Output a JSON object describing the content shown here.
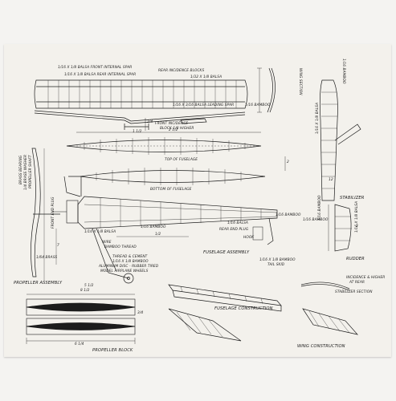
{
  "labels": {
    "front_spar": "1/16 x 1/8 BALSA FRONT INTERNAL SPAR",
    "rear_spar": "1/16 x 1/8 BALSA REAR INTERNAL SPAR",
    "incidence_blocks": "REAR INCIDENCE BLOCKS",
    "balsa_small": "1/32 x 1/8 BALSA",
    "wing_section": "WING SECTION",
    "leading_spar": "1/16 x 3/16 BALSA LEADING SPAR",
    "bamboo_wing": "1/16 BAMBOO",
    "front_incidence": "FRONT INCIDENCE",
    "block_higher": "BLOCK 1/8 HIGHER",
    "top_fuselage": "TOP OF FUSELAGE",
    "bottom_fuselage": "BOTTOM OF FUSELAGE",
    "brass_bearing": "BRASS BEARING",
    "washer": "1/4 BRASS WASHER",
    "propeller_shaft": "PROPELLER SHAFT",
    "front_end_plug": "FRONT END PLUG",
    "brass_small": "1/64 BRASS",
    "fuselage_balsa": "1/16 x 1/8 BALSA",
    "bamboo_fuselage": "1/16 BAMBOO",
    "wire": "WIRE",
    "bamboo_thread": "BAMBOO THREAD",
    "thread_cement": "THREAD & CEMENT",
    "bamboo_under": "1/16 x 1/8 BAMBOO",
    "wheels_line1": "ALUMINUM DISC - RUBBER TIRED",
    "wheels_line2": "MODEL AIRPLANE WHEELS",
    "fuselage_assembly": "FUSELAGE ASSEMBLY",
    "balsa_rear": "1/16 BALSA",
    "rear_end_plug": "REAR END PLUG",
    "hook": "HOOK",
    "bamboo_tail": "1/16 BAMBOO",
    "bamboo_skid": "1/16 x 1/8 BAMBOO",
    "tail_skid": "TAIL SKID",
    "propeller_assembly": "PROPELLER ASSEMBLY",
    "fuselage_construction": "FUSELAGE CONSTRUCTION",
    "propeller_block": "PROPELLER BLOCK",
    "wing_construction": "WING CONSTRUCTION",
    "stabilizer": "STABILIZER",
    "rudder": "RUDDER",
    "bamboo_top": "1/16 BAMBOO",
    "balsa_stab": "1/16 x 1/8 BALSA",
    "bamboo_stab": "1/16 BAMBOO",
    "balsa_rudder": "1/16 x 1/8 BALSA",
    "incidence_higher_1": "INCIDENCE & HIGHER",
    "incidence_higher_2": "AT REAR",
    "stabilizer_section": "STABILIZER SECTION",
    "bamboo_rudder": "1/16 BAMBOO",
    "dim_wing_1": "1 1/2",
    "dim_wing_2": "3/4",
    "dim_fus_top": "2 1/2",
    "dim_fus_side": "2",
    "dim_prop_len": "7",
    "dim_prop_w": "5 1/2",
    "dim_prop_w2": "8 1/2",
    "dim_block": "6 1/4",
    "dim_block_h": "3/4",
    "dim_under": "1/2",
    "dim_stab": "12",
    "dim_stab2": "3"
  }
}
